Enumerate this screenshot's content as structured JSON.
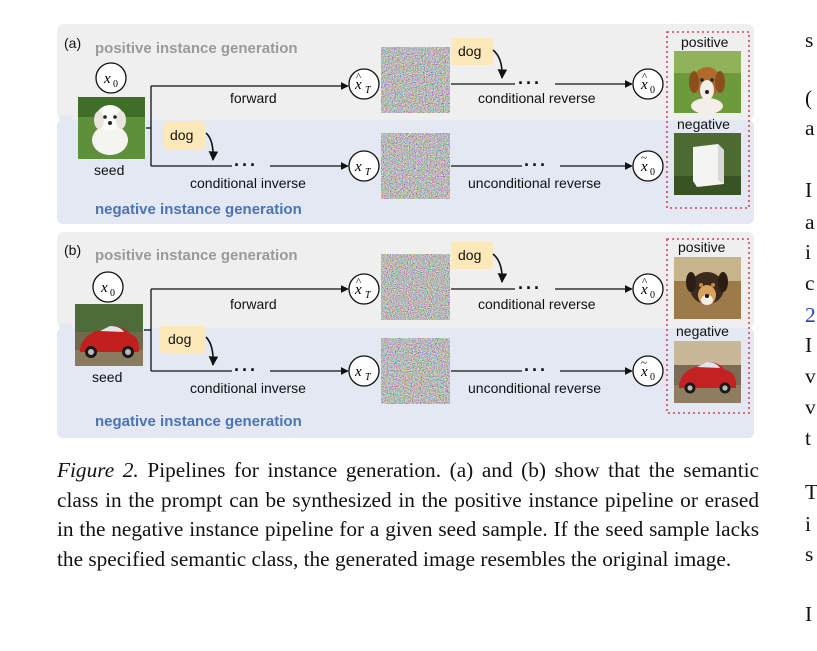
{
  "panels": [
    {
      "tag": "(a)",
      "pos_title": "positive instance generation",
      "neg_title": "negative instance generation",
      "seed_label": "seed",
      "forward_label": "forward",
      "cond_reverse_label": "conditional reverse",
      "cond_inverse_label": "conditional inverse",
      "uncond_reverse_label": "unconditional reverse",
      "prompt_top": "dog",
      "prompt_bottom": "dog",
      "positive_label": "positive",
      "negative_label": "negative",
      "seed_subject": "white puppy",
      "positive_subject": "dog",
      "negative_subject": "white box"
    },
    {
      "tag": "(b)",
      "pos_title": "positive instance generation",
      "neg_title": "negative instance generation",
      "seed_label": "seed",
      "forward_label": "forward",
      "cond_reverse_label": "conditional reverse",
      "cond_inverse_label": "conditional inverse",
      "uncond_reverse_label": "unconditional reverse",
      "prompt_top": "dog",
      "prompt_bottom": "dog",
      "positive_label": "positive",
      "negative_label": "negative",
      "seed_subject": "red car",
      "positive_subject": "dog",
      "negative_subject": "red car"
    }
  ],
  "symbols": {
    "x0": "x",
    "x0_sub": "0",
    "xT": "x",
    "xT_sub": "T"
  },
  "caption": {
    "label": "Figure 2.",
    "text": "Pipelines for instance generation. (a) and (b) show that the semantic class in the prompt can be synthesized in the positive instance pipeline or erased in the negative instance pipeline for a given seed sample. If the seed sample lacks the specified semantic class, the generated image resembles the original image."
  },
  "right_column_fragments": [
    "s",
    "(",
    "a",
    "I",
    "a",
    "i",
    "c",
    "2",
    "I",
    "v",
    "v",
    "t",
    "T",
    "i",
    "s",
    "I"
  ],
  "colors": {
    "positive_band": "#efefef",
    "negative_band": "#e3e8f3",
    "positive_title": "#9a9a9a",
    "negative_title": "#4a74b4",
    "prompt_box": "#fce8b8",
    "dashed_border": "#d2455a"
  }
}
